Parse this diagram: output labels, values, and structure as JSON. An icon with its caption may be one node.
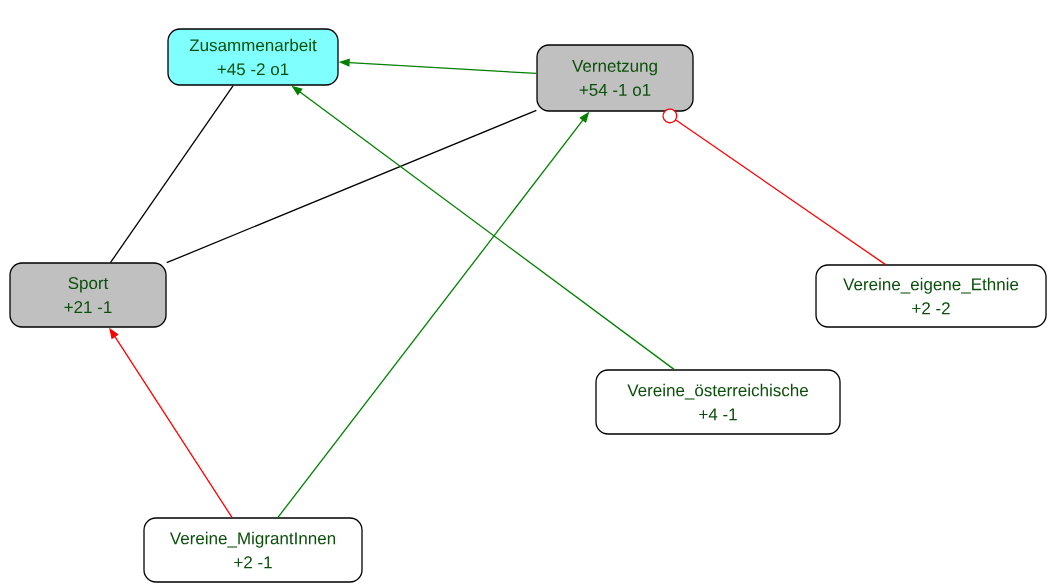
{
  "diagram": {
    "nodes": [
      {
        "text": [
          "Zusammenarbeit",
          "+45 -2 o1"
        ]
      },
      {
        "text": [
          "Vernetzung",
          "+54 -1 o1"
        ]
      },
      {
        "text": [
          "Sport",
          "+21 -1"
        ]
      },
      {
        "text": [
          "Vereine_eigene_Ethnie",
          "+2 -2"
        ]
      },
      {
        "text": [
          "Vereine_österreichische",
          "+4 -1"
        ]
      },
      {
        "text": [
          "Vereine_MigrantInnen",
          "+2 -1"
        ]
      }
    ],
    "edges": [
      {
        "from": 1,
        "to": 0,
        "arrow": "to",
        "color": "#008000"
      },
      {
        "from": 0,
        "to": 2,
        "arrow": "none",
        "color": "#000000"
      },
      {
        "from": 1,
        "to": 2,
        "arrow": "none",
        "color": "#000000"
      },
      {
        "from": 3,
        "to": 1,
        "arrow": "other",
        "color": "#ff0000"
      },
      {
        "from": 4,
        "to": 0,
        "arrow": "to",
        "color": "#008000"
      },
      {
        "from": 5,
        "to": 2,
        "arrow": "to",
        "color": "#ff0000"
      },
      {
        "from": 5,
        "to": 1,
        "arrow": "to",
        "color": "#008000"
      }
    ]
  }
}
